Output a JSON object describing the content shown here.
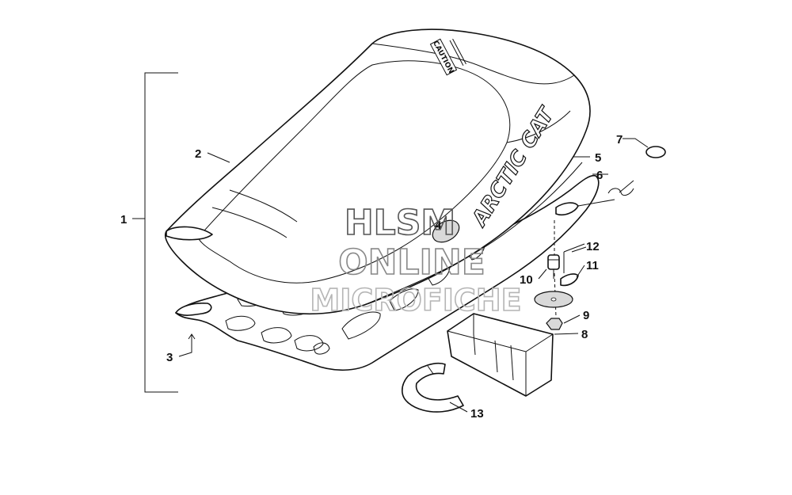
{
  "diagram": {
    "callouts": [
      {
        "id": "1",
        "label": "1"
      },
      {
        "id": "2",
        "label": "2"
      },
      {
        "id": "3",
        "label": "3"
      },
      {
        "id": "4",
        "label": "4"
      },
      {
        "id": "5",
        "label": "5"
      },
      {
        "id": "6",
        "label": "6"
      },
      {
        "id": "7",
        "label": "7"
      },
      {
        "id": "8",
        "label": "8"
      },
      {
        "id": "9",
        "label": "9"
      },
      {
        "id": "10",
        "label": "10"
      },
      {
        "id": "11",
        "label": "11"
      },
      {
        "id": "12",
        "label": "12"
      },
      {
        "id": "13",
        "label": "13"
      }
    ],
    "seat_decal_text": "CAUTION",
    "brand_decal_text": "ARCTIC CAT"
  },
  "watermark": {
    "line1": "HLSM",
    "line2": "ONLINE",
    "line3": "MICROFICHE"
  },
  "colors": {
    "line": "#111111",
    "watermark": "#9a9a9a",
    "fill_light": "#d9d9d9"
  }
}
